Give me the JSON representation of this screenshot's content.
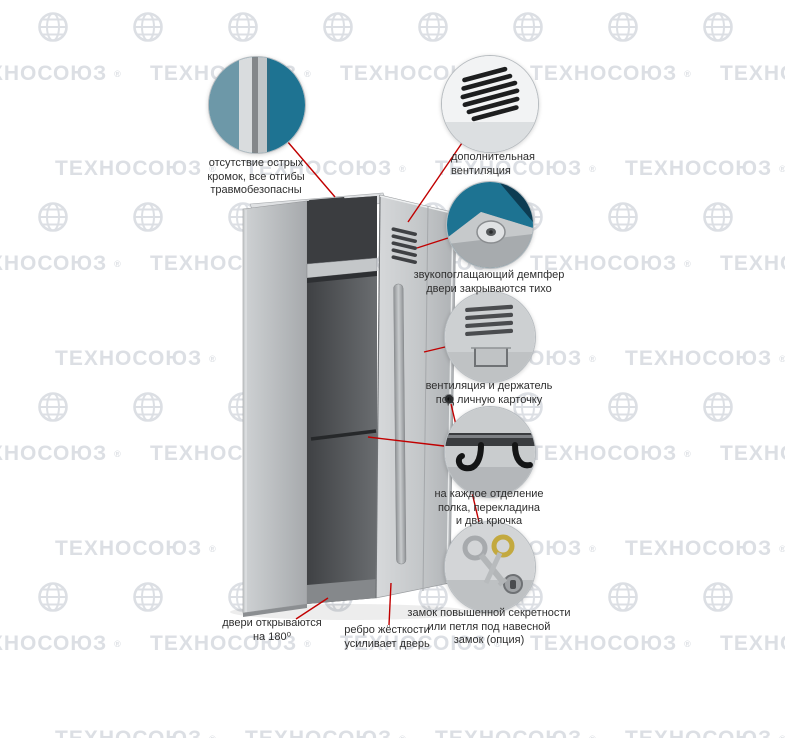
{
  "watermark": {
    "text": "ТЕХНОСОЮЗ",
    "registered": "®",
    "color": "#dcdfe4"
  },
  "product": {
    "name": "металлический шкаф для одежды",
    "accent_color": "#c10000",
    "teal_photo_color": "#1d7392"
  },
  "callouts": {
    "sharp_edges": {
      "label": "отсутствие острых\nкромок, все отгибы\nтравмобезопасны"
    },
    "extra_vent": {
      "label": "дополнительная\nвентиляция"
    },
    "damper": {
      "label": "звукопоглащающий демпфер\nдвери закрываются тихо"
    },
    "vent_holder": {
      "label": "вентиляция и держатель\nпод личную карточку"
    },
    "shelf_hooks": {
      "label": "на каждое отделение\nполка, перекладина\nи два крючка"
    },
    "lock": {
      "label": "замок повышенной секретности\nили петля под навесной\nзамок (опция)"
    },
    "door_180": {
      "label": "двери открываются\nна 180⁰"
    },
    "rib": {
      "label": "ребро жёсткости\nусиливает дверь"
    }
  }
}
